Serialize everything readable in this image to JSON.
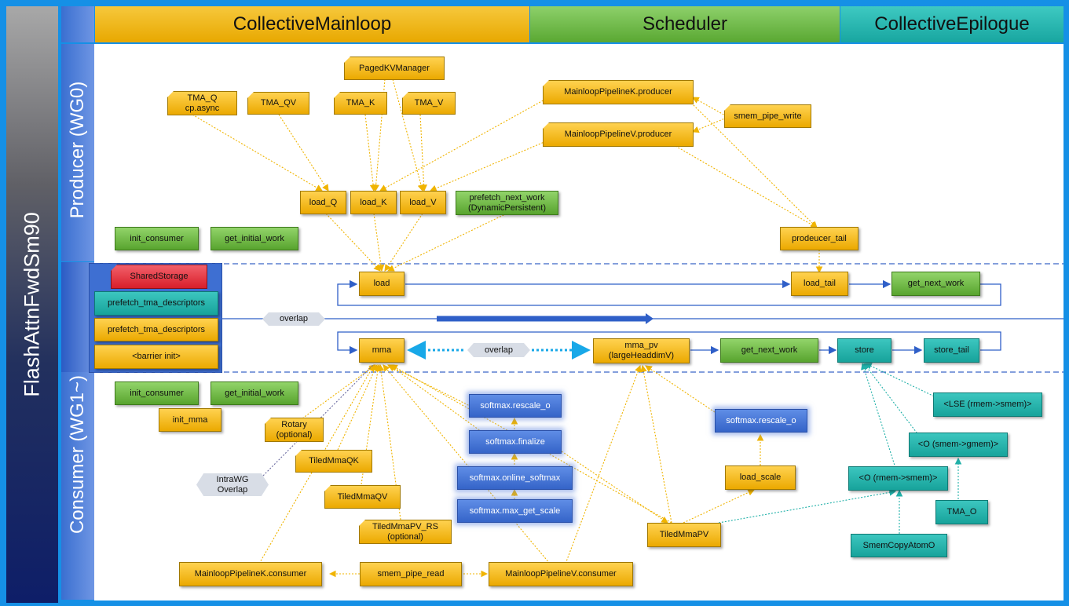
{
  "title": "FlashAttnFwdSm90",
  "columns": {
    "mainloop": "CollectiveMainloop",
    "scheduler": "Scheduler",
    "epilogue": "CollectiveEpilogue"
  },
  "lanes": {
    "producer": "Producer (WG0)",
    "consumer": "Consumer (WG1~)"
  },
  "colors": {
    "mainloop": "#f0b800",
    "scheduler": "#6ab840",
    "epilogue": "#20b0a8",
    "softmax": "#4a78d8",
    "shared": "#e03040",
    "frame": "#1590e6"
  },
  "producer": {
    "tma_q": [
      "TMA_Q",
      "cp.async"
    ],
    "tma_qv": "TMA_QV",
    "tma_k": "TMA_K",
    "tma_v": "TMA_V",
    "paged_kv": "PagedKVManager",
    "pipe_k_producer": "MainloopPipelineK.producer",
    "pipe_v_producer": "MainloopPipelineV.producer",
    "smem_pipe_write": "smem_pipe_write",
    "load_q": "load_Q",
    "load_k": "load_K",
    "load_v": "load_V",
    "prefetch_next_work": [
      "prefetch_next_work",
      "(DynamicPersistent)"
    ],
    "init_consumer": "init_consumer",
    "get_initial_work": "get_initial_work",
    "producer_tail": "prodeucer_tail"
  },
  "middle": {
    "shared_storage": "SharedStorage",
    "prefetch_teal": "prefetch_tma_descriptors",
    "prefetch_yellow": "prefetch_tma_descriptors",
    "barrier_init": "<barrier init>",
    "load": "load",
    "load_tail": "load_tail",
    "get_next_work_top": "get_next_work",
    "overlap_top": "overlap",
    "mma": "mma",
    "overlap_mid": "overlap",
    "mma_pv": [
      "mma_pv",
      "(largeHeaddimV)"
    ],
    "get_next_work_bottom": "get_next_work",
    "store": "store",
    "store_tail": "store_tail"
  },
  "consumer": {
    "init_consumer": "init_consumer",
    "get_initial_work": "get_initial_work",
    "init_mma": "init_mma",
    "rotary": [
      "Rotary",
      "(optional)"
    ],
    "tiled_qk": "TiledMmaQK",
    "intra_wg": [
      "IntraWG",
      "Overlap"
    ],
    "tiled_qv": "TiledMmaQV",
    "tiled_pv_rs": [
      "TiledMmaPV_RS",
      "(optional)"
    ],
    "softmax_rescale_o_left": "softmax.rescale_o",
    "softmax_finalize": "softmax.finalize",
    "softmax_online": "softmax.online_softmax",
    "softmax_get_scale": "softmax.max_get_scale",
    "softmax_rescale_o_right": "softmax.rescale_o",
    "load_scale": "load_scale",
    "tiled_pv": "TiledMmaPV",
    "lse": "<LSE (rmem->smem)>",
    "o_smem_gmem": "<O (smem->gmem)>",
    "o_rmem_smem": "<O (rmem->smem)>",
    "tma_o": "TMA_O",
    "smem_copy_atom": "SmemCopyAtomO",
    "pipe_k_consumer": "MainloopPipelineK.consumer",
    "smem_pipe_read": "smem_pipe_read",
    "pipe_v_consumer": "MainloopPipelineV.consumer"
  }
}
